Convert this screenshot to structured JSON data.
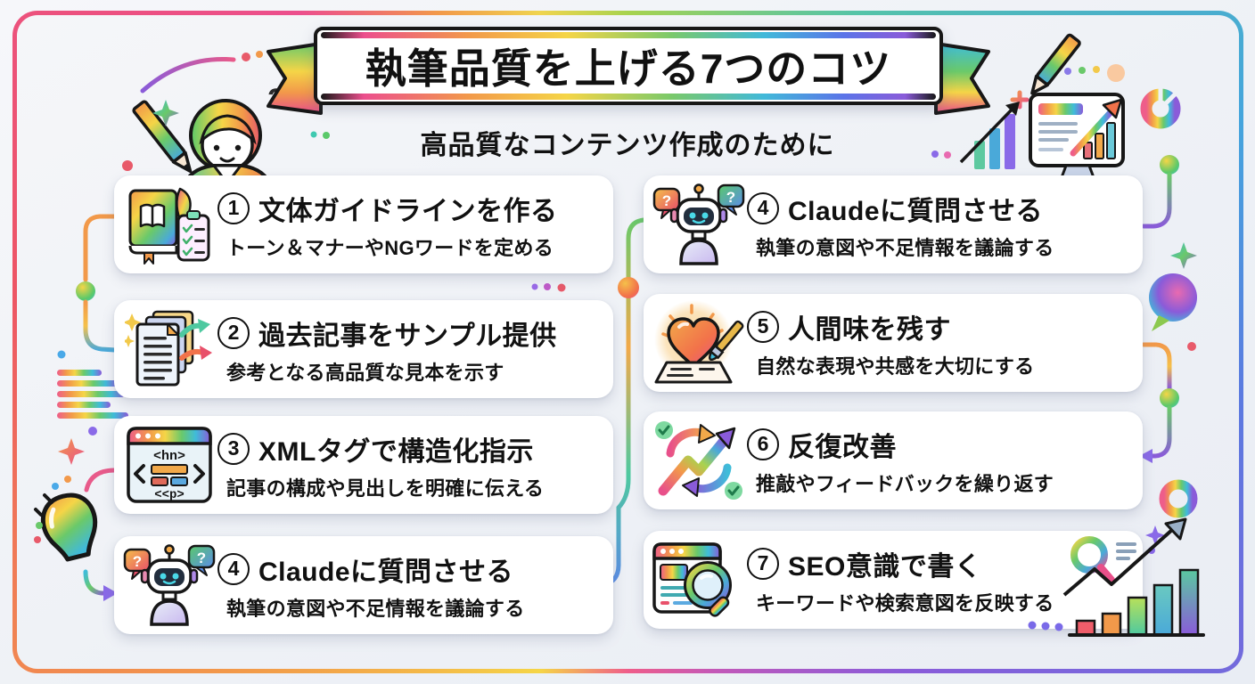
{
  "infographic": {
    "title": "執筆品質を上げる7つのコツ",
    "subtitle": "高品質なコンテンツ作成のために",
    "question_mark": "?",
    "cards_left": [
      {
        "number": "1",
        "title": "文体ガイドラインを作る",
        "desc": "トーン＆マナーやNGワードを定める",
        "icon": "book-quill-checklist"
      },
      {
        "number": "2",
        "title": "過去記事をサンプル提供",
        "desc": "参考となる高品質な見本を示す",
        "icon": "documents-arrows"
      },
      {
        "number": "3",
        "title": "XMLタグで構造化指示",
        "desc": "記事の構成や見出しを明確に伝える",
        "icon": "code-window"
      },
      {
        "number": "4",
        "title": "Claudeに質問させる",
        "desc": "執筆の意図や不足情報を議論する",
        "icon": "robot-question"
      }
    ],
    "cards_right": [
      {
        "number": "4",
        "title": "Claudeに質問させる",
        "desc": "執筆の意図や不足情報を議論する",
        "icon": "robot-question"
      },
      {
        "number": "5",
        "title": "人間味を残す",
        "desc": "自然な表現や共感を大切にする",
        "icon": "heart-brush"
      },
      {
        "number": "6",
        "title": "反復改善",
        "desc": "推敲やフィードバックを繰り返す",
        "icon": "cycle-arrows"
      },
      {
        "number": "7",
        "title": "SEO意識で書く",
        "desc": "キーワードや検索意図を反映する",
        "icon": "search-window"
      }
    ],
    "icon_labels": {
      "code_tag_top": "<hn>",
      "code_tag_bottom": "<<p>",
      "question_bubble": "?"
    },
    "colors": {
      "background": "#eef1f6",
      "card": "#ffffff",
      "text": "#111111",
      "rainbow": [
        "#ec4f8d",
        "#f2994a",
        "#f5d547",
        "#7ac96a",
        "#41b9d9",
        "#8a5bd9"
      ]
    }
  }
}
